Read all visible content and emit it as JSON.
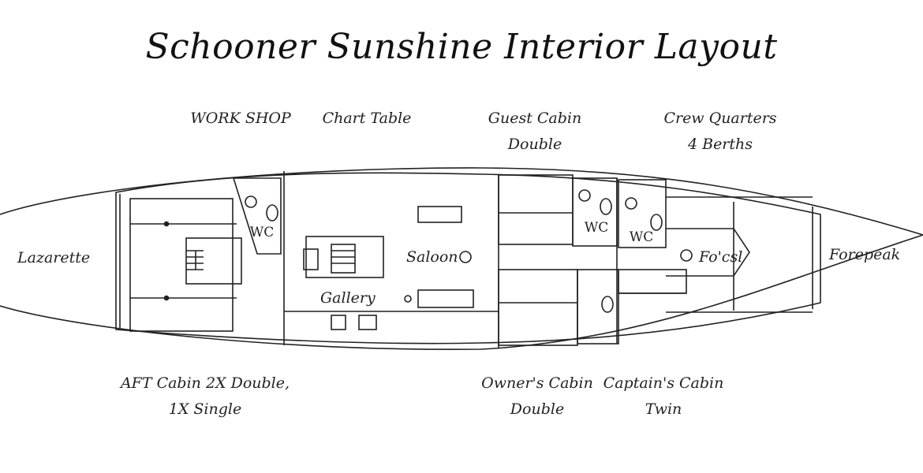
{
  "title": "Schooner Sunshine Interior Layout",
  "labels": {
    "work_shop": "WORK SHOP",
    "chart_table": "Chart Table",
    "guest_cabin": "Guest Cabin",
    "guest_cabin_type": "Double",
    "crew_quarters": "Crew Quarters",
    "crew_berths": "4 Berths",
    "lazarette": "Lazarette",
    "saloon": "Saloon",
    "gallery": "Gallery",
    "focsl": "Fo'csl",
    "forepeak": "Forepeak",
    "aft_cabin_line1": "AFT Cabin 2X Double,",
    "aft_cabin_line2": "1X Single",
    "owners_cabin": "Owner's Cabin",
    "owners_cabin_type": "Double",
    "captains_cabin": "Captain's Cabin",
    "captains_cabin_type": "Twin",
    "wc": "WC"
  }
}
